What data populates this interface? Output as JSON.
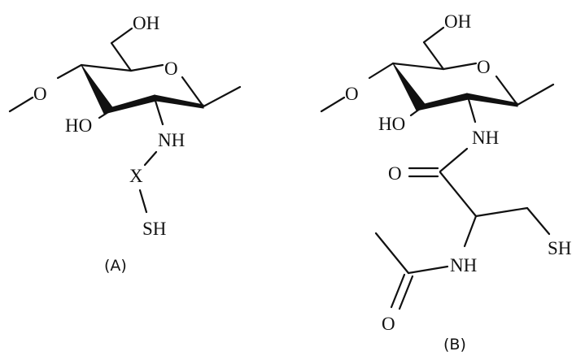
{
  "figure": {
    "structures": [
      {
        "id": "A",
        "panel_label": "(A)",
        "atoms": {
          "ring_oxygen": "O",
          "glycosidic_oxygen": "O",
          "hydroxymethyl": "OH",
          "hydroxyl": "HO",
          "amine": "NH",
          "linker": "X",
          "thiol": "SH"
        }
      },
      {
        "id": "B",
        "panel_label": "(B)",
        "atoms": {
          "ring_oxygen": "O",
          "glycosidic_oxygen": "O",
          "hydroxymethyl": "OH",
          "hydroxyl": "HO",
          "amide_nh": "NH",
          "amide_carbonyl_o": "O",
          "acetyl_nh": "NH",
          "acetyl_carbonyl_o": "O",
          "thiol": "SH"
        }
      }
    ],
    "colors": {
      "ink": "#111111",
      "background": "#ffffff"
    }
  }
}
